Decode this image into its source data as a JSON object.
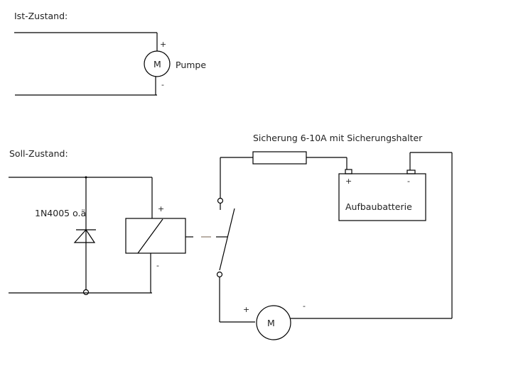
{
  "ist": {
    "title": "Ist-Zustand:",
    "motor_label": "M",
    "pump_label": "Pumpe",
    "plus": "+",
    "minus": "-"
  },
  "soll": {
    "title": "Soll-Zustand:",
    "diode_label": "1N4005 o.ä",
    "relay_plus": "+",
    "relay_minus": "-",
    "fuse_label": "Sicherung 6-10A mit Sicherungshalter",
    "battery_label": "Aufbaubatterie",
    "battery_plus": "+",
    "battery_minus": "-",
    "motor_label": "M",
    "motor_plus": "+",
    "motor_minus": "-"
  }
}
